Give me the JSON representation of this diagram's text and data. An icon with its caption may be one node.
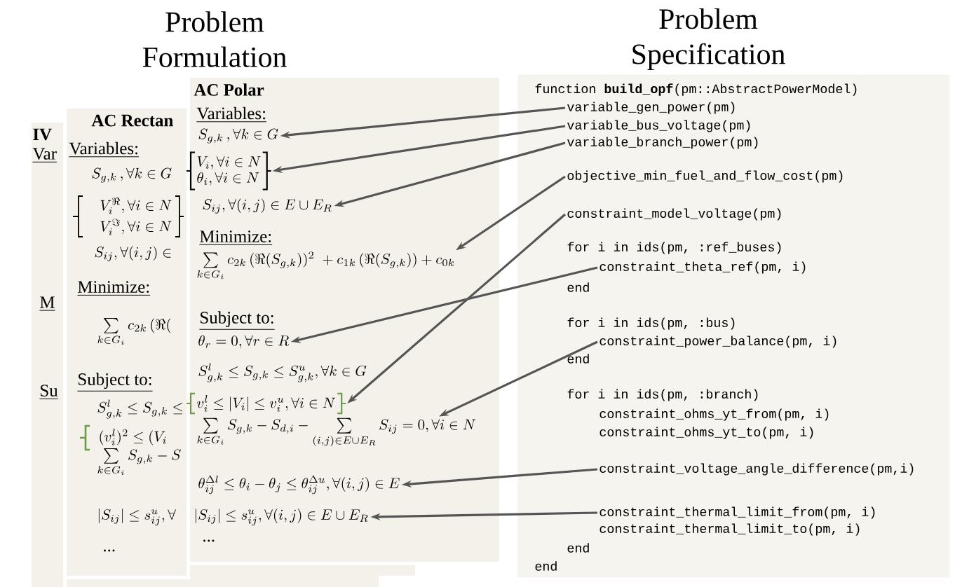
{
  "diagram": {
    "nodes": [
      {
        "text": [
          "IV",
          "Var",
          "M",
          "Su"
        ]
      },
      {
        "text": [
          "AC Rectan",
          "Variables:",
          "S_{g,k}\\,,\\forall k\\in G",
          "V_i^{\\Re},\\forall i\\in N",
          "V_i^{\\Im},\\forall i\\in N",
          "S_{ij},\\forall(i,j)\\in",
          "Minimize:",
          "\\sum\\limits_{k\\in G_i} c_{2k}\\,(\\Re(",
          "Subject to:",
          "S_{g,k}^l\\le S_{g,k}\\le",
          "(v_i^l)^2\\le(V_i",
          "\\sum\\limits_{k\\in G_i} S_{g,k}-S",
          "|S_{ij}|\\le s_{ij}^u,\\forall",
          "..."
        ]
      },
      {
        "text": [
          "AC Polar",
          "Variables:",
          "Minimize:",
          "Subject to:",
          "S_{g,k}^l\\le S_{g,k}\\le S_{g,k}^u,\\forall k\\in G",
          "..."
        ]
      },
      {
        "text": [
          "S_{g,k}\\,,\\forall k\\in G"
        ],
        "in": 2
      },
      {
        "text": [
          "V_i,\\forall i\\in N",
          "\\theta_i,\\forall i\\in N"
        ],
        "in": 2
      },
      {
        "text": [
          "S_{ij},\\forall(i,j)\\in E\\cup E_R"
        ],
        "in": 2
      },
      {
        "text": [
          "\\sum\\limits_{k\\in G_i} c_{2k}\\,(\\Re(S_{g,k}))^2\\;+c_{1k}\\,(\\Re(S_{g,k}))+c_{0k}"
        ],
        "in": 2
      },
      {
        "text": [
          "\\theta_r=0,\\forall r\\in R"
        ],
        "in": 2
      },
      {
        "text": [
          "v_i^l\\le|V_i|\\le v_i^u,\\forall i\\in N"
        ],
        "in": 2
      },
      {
        "text": [
          "\\sum\\limits_{k\\in G_i} S_{g,k}-S_{d,i}-\\sum\\limits_{(i,j)\\in E\\cup E_R} S_{ij}=0,\\forall i\\in N"
        ],
        "in": 2
      },
      {
        "text": [
          "\\theta_{ij}^{\\Delta l}\\le\\theta_i-\\theta_j\\le\\theta_{ij}^{\\Delta u},\\forall(i,j)\\in E"
        ],
        "in": 2
      },
      {
        "text": [
          "|S_{ij}|\\le s_{ij}^u,\\forall(i,j)\\in E\\cup E_R"
        ],
        "in": 2
      },
      {
        "text": [
          "function **build_opf**(pm::AbstractPowerModel)",
          "for i in ids(pm, :ref_buses)",
          "end",
          "for i in ids(pm, :bus)",
          "end",
          "for i in ids(pm, :branch)",
          "constraint_ohms_yt_from(pm, i)",
          "constraint_ohms_yt_to(pm, i)",
          "constraint_thermal_limit_to(pm, i)",
          "end",
          "end"
        ]
      },
      {
        "text": [
          "variable_gen_power(pm)"
        ],
        "in": 12
      },
      {
        "text": [
          "variable_bus_voltage(pm)"
        ],
        "in": 12
      },
      {
        "text": [
          "variable_branch_power(pm)"
        ],
        "in": 12
      },
      {
        "text": [
          "objective_min_fuel_and_flow_cost(pm)"
        ],
        "in": 12
      },
      {
        "text": [
          "constraint_model_voltage(pm)"
        ],
        "in": 12
      },
      {
        "text": [
          "constraint_theta_ref(pm, i)"
        ],
        "in": 12
      },
      {
        "text": [
          "constraint_power_balance(pm, i)"
        ],
        "in": 12
      },
      {
        "text": [
          "constraint_voltage_angle_difference(pm,i)"
        ],
        "in": 12
      },
      {
        "text": [
          "constraint_thermal_limit_from(pm, i)"
        ],
        "in": 12
      }
    ],
    "edges": [
      {
        "from": 13,
        "to": 3,
        "arrow": "to"
      },
      {
        "from": 14,
        "to": 4,
        "arrow": "to"
      },
      {
        "from": 15,
        "to": 5,
        "arrow": "to"
      },
      {
        "from": 16,
        "to": 6,
        "arrow": "to"
      },
      {
        "from": 17,
        "to": 8,
        "arrow": "to"
      },
      {
        "from": 18,
        "to": 7,
        "arrow": "to"
      },
      {
        "from": 19,
        "to": 9,
        "arrow": "to"
      },
      {
        "from": 20,
        "to": 10,
        "arrow": "to"
      },
      {
        "from": 21,
        "to": 11,
        "arrow": "to"
      }
    ],
    "labels": [
      "Problem Formulation",
      "Problem Specification"
    ]
  }
}
